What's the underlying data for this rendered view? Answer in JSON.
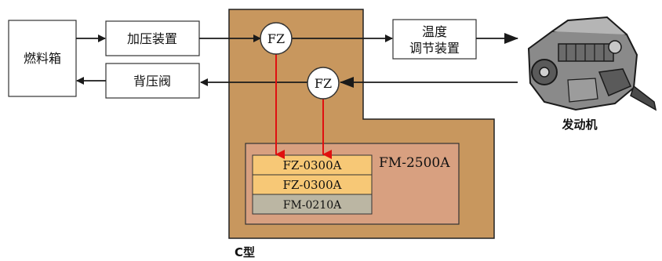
{
  "nodes": {
    "fuel_tank": "燃料箱",
    "pressurizer": "加压装置",
    "back_pressure_valve": "背压阀",
    "temp_control_line1": "温度",
    "temp_control_line2": "调节装置",
    "engine_label": "发动机",
    "fz_top": "FZ",
    "fz_bottom": "FZ",
    "fm_main": "FM-2500A",
    "module_1": "FZ-0300A",
    "module_2": "FZ-0300A",
    "module_3": "FM-0210A",
    "type_label": "C型"
  },
  "colors": {
    "enclosure": "#c8975e",
    "inner_panel": "#d8a080",
    "module_fz": "#f7c876",
    "module_fm": "#bbb6a3",
    "signal_arrow": "#e01010",
    "flow_line": "#1a1a1a"
  }
}
